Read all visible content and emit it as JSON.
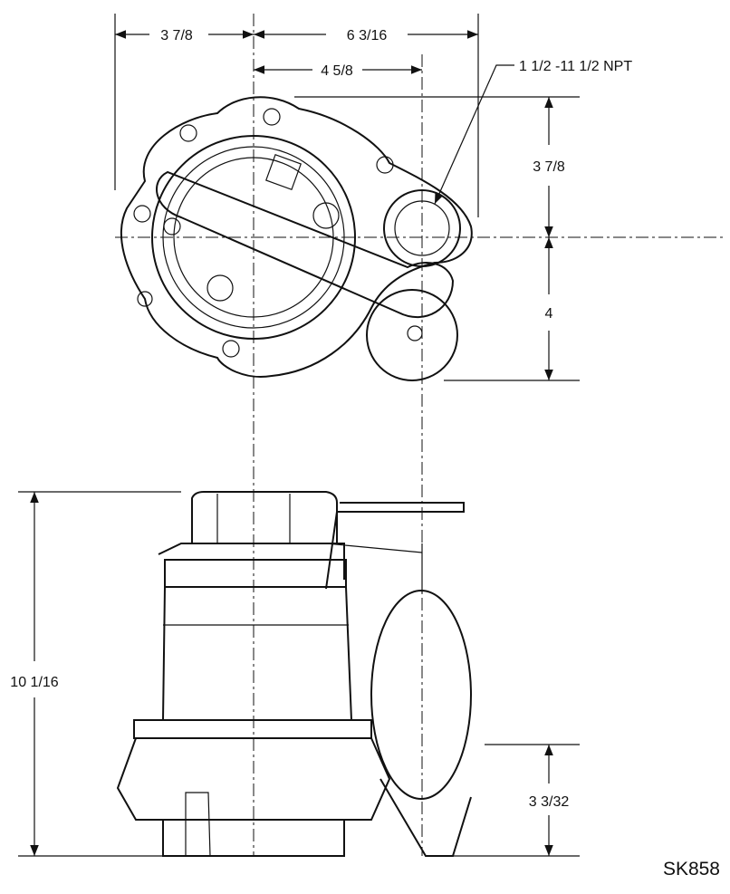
{
  "drawing": {
    "part_number": "SK858",
    "top_view": {
      "dim_left_width": "3 7/8",
      "dim_right_width": "6 3/16",
      "dim_center_offset": "4 5/8",
      "dim_upper_height": "3 7/8",
      "dim_lower_height": "4",
      "discharge_callout": "1 1/2 -11 1/2 NPT"
    },
    "side_view": {
      "dim_overall_height": "10 1/16",
      "dim_switch_height": "3 3/32"
    }
  }
}
